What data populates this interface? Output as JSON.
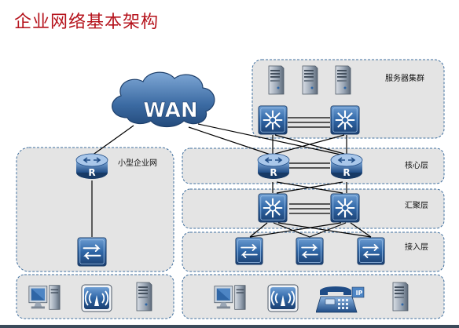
{
  "title": "企业网络基本架构",
  "labels": {
    "wan": "WAN",
    "server_cluster": "服务器集群",
    "core_layer": "核心层",
    "aggregation_layer": "汇聚层",
    "access_layer": "接入层",
    "small_enterprise": "小型企业网",
    "router_mark": "R",
    "ip_phone_mark": "IP"
  },
  "colors": {
    "title": "#b5121b",
    "zone_fill": "#e4e4e4",
    "zone_border": "#3f6f9f",
    "device_blue": "#2a5f9c",
    "cloud_fill": "#3d6a9e",
    "line": "#000000"
  }
}
